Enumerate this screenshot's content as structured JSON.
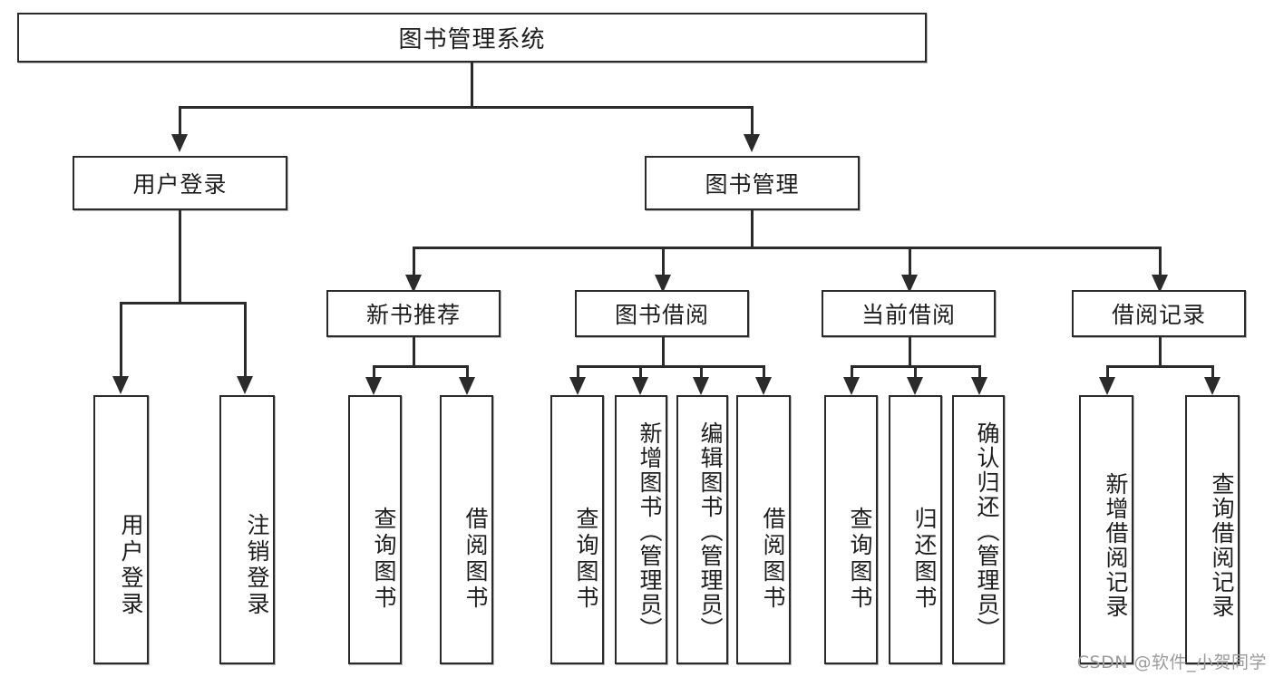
{
  "diagram": {
    "type": "tree-hierarchy",
    "title": "图书管理系统",
    "watermark": "CSDN @软件_小贺同学",
    "colors": {
      "box_border": "#2b2b2b",
      "box_fill": "#ffffff",
      "connector": "#2b2b2b",
      "text": "#1d1d1d",
      "watermark": "#9b9b9b"
    }
  },
  "root": {
    "label": "图书管理系统"
  },
  "level2": [
    {
      "label": "用户登录"
    },
    {
      "label": "图书管理"
    }
  ],
  "level3": [
    {
      "label": "新书推荐"
    },
    {
      "label": "图书借阅"
    },
    {
      "label": "当前借阅"
    },
    {
      "label": "借阅记录"
    }
  ],
  "leaves": {
    "user_login": [
      {
        "label": "用户登录"
      },
      {
        "label": "注销登录"
      }
    ],
    "new_book": [
      {
        "label": "查询图书"
      },
      {
        "label": "借阅图书"
      }
    ],
    "borrow": [
      {
        "label": "查询图书"
      },
      {
        "label": "新增图书（管理员）"
      },
      {
        "label": "编辑图书（管理员）"
      },
      {
        "label": "借阅图书"
      }
    ],
    "current": [
      {
        "label": "查询图书"
      },
      {
        "label": "归还图书"
      },
      {
        "label": "确认归还（管理员）"
      }
    ],
    "records": [
      {
        "label": "新增借阅记录"
      },
      {
        "label": "查询借阅记录"
      }
    ]
  }
}
